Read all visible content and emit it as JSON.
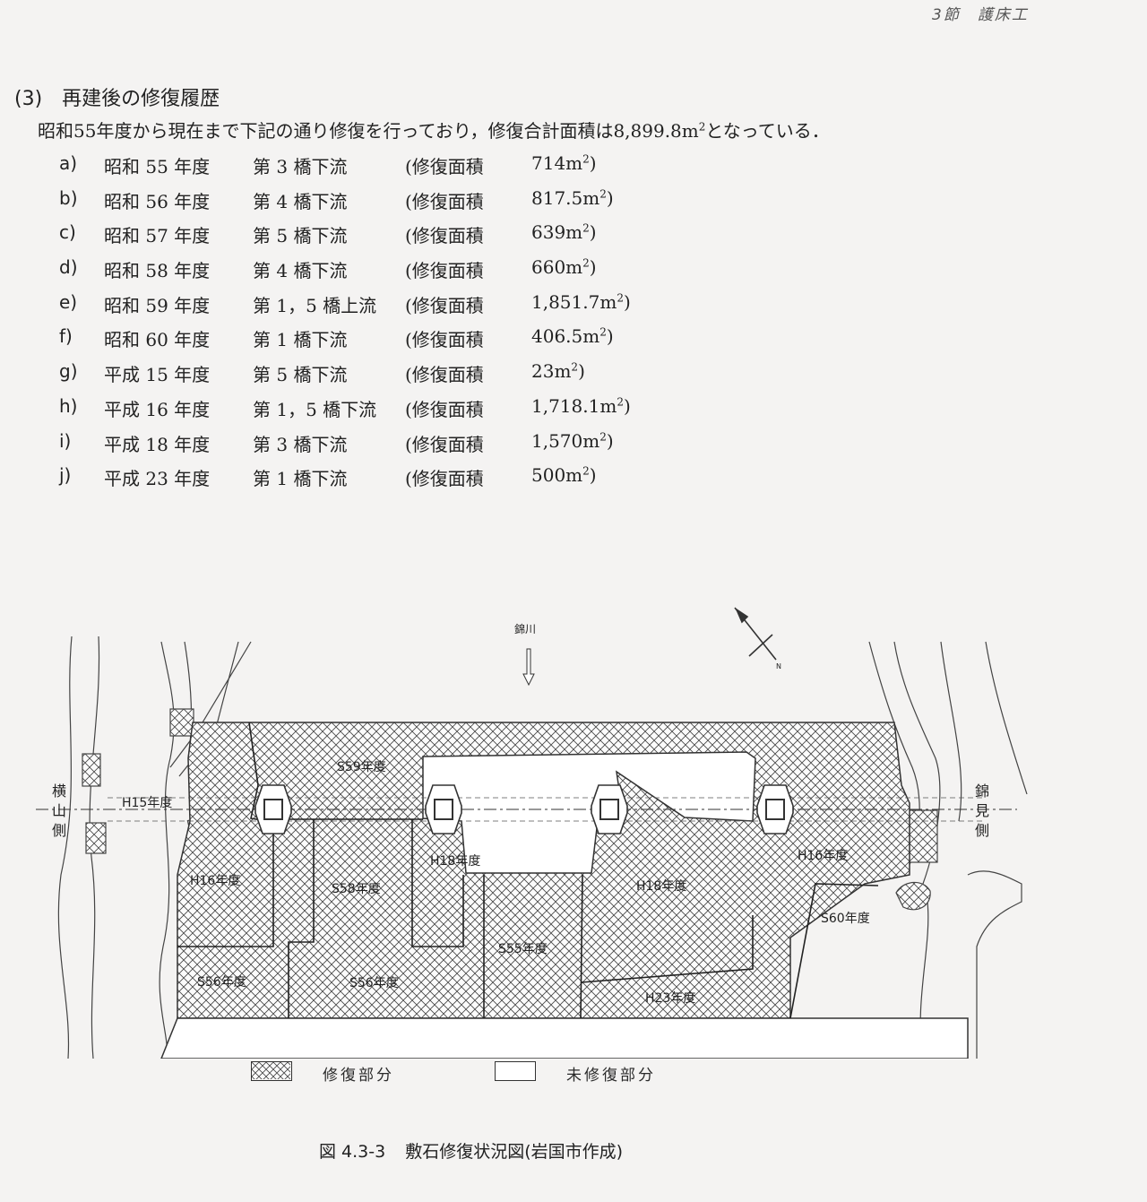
{
  "header": {
    "section": "3節　護床工"
  },
  "section": {
    "number": "(3)",
    "title": "再建後の修復履歴"
  },
  "intro": {
    "text": "昭和55年度から現在まで下記の通り修復を行っており，修復合計面積は8,899.8m",
    "sup": "2",
    "tail": "となっている．"
  },
  "history": [
    {
      "letter": "a)",
      "year": "昭和 55 年度",
      "location": "第 3 橋下流",
      "label": "(修復面積",
      "area": "714m",
      "sup": "2",
      "close": ")"
    },
    {
      "letter": "b)",
      "year": "昭和 56 年度",
      "location": "第 4 橋下流",
      "label": "(修復面積",
      "area": "817.5m",
      "sup": "2",
      "close": ")"
    },
    {
      "letter": "c)",
      "year": "昭和 57 年度",
      "location": "第 5 橋下流",
      "label": "(修復面積",
      "area": "639m",
      "sup": "2",
      "close": ")"
    },
    {
      "letter": "d)",
      "year": "昭和 58 年度",
      "location": "第 4 橋下流",
      "label": "(修復面積",
      "area": "660m",
      "sup": "2",
      "close": ")"
    },
    {
      "letter": "e)",
      "year": "昭和 59 年度",
      "location": "第 1，5 橋上流",
      "label": "(修復面積",
      "area": "1,851.7m",
      "sup": "2",
      "close": ")"
    },
    {
      "letter": "f)",
      "year": "昭和 60 年度",
      "location": "第 1 橋下流",
      "label": "(修復面積",
      "area": "406.5m",
      "sup": "2",
      "close": ")"
    },
    {
      "letter": "g)",
      "year": "平成 15 年度",
      "location": "第 5 橋下流",
      "label": "(修復面積",
      "area": "23m",
      "sup": "2",
      "close": ")"
    },
    {
      "letter": "h)",
      "year": "平成 16 年度",
      "location": "第 1，5 橋下流",
      "label": "(修復面積",
      "area": "1,718.1m",
      "sup": "2",
      "close": ")"
    },
    {
      "letter": "i)",
      "year": "平成 18 年度",
      "location": "第 3 橋下流",
      "label": "(修復面積",
      "area": "1,570m",
      "sup": "2",
      "close": ")"
    },
    {
      "letter": "j)",
      "year": "平成 23 年度",
      "location": "第 1 橋下流",
      "label": "(修復面積",
      "area": "500m",
      "sup": "2",
      "close": ")"
    }
  ],
  "diagram": {
    "river_label": "錦川",
    "north_label": "N",
    "left_side_label": [
      "横",
      "山",
      "側"
    ],
    "right_side_label": [
      "錦",
      "見",
      "側"
    ],
    "zones": [
      "S59年度",
      "H15年度",
      "H16年度",
      "S58年度",
      "H18年度",
      "S55年度",
      "H18年度",
      "H16年度",
      "S60年度",
      "S56年度",
      "S56年度",
      "H23年度"
    ]
  },
  "legend": {
    "repaired": "修復部分",
    "unrepaired": "未修復部分"
  },
  "caption": {
    "figure": "図 4.3-3",
    "title": "敷石修復状況図(岩国市作成)"
  }
}
